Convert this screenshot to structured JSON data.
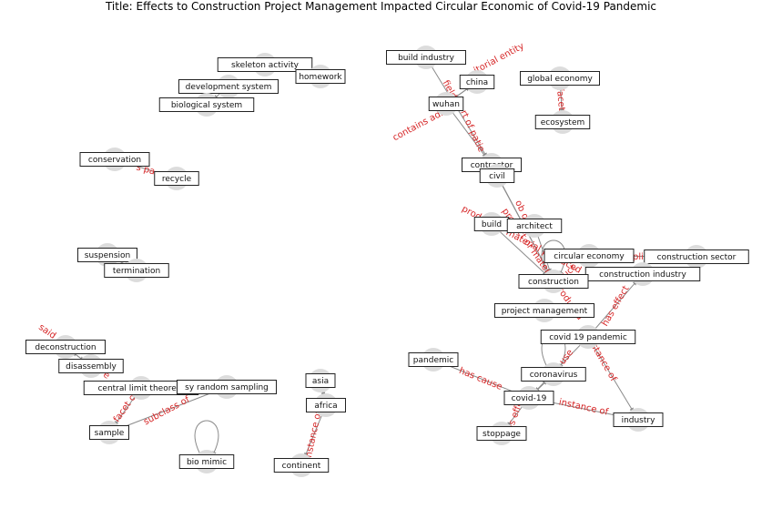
{
  "title": "Title: Effects to Construction Project Management Impacted Circular Economic of Covid-19 Pandemic",
  "colors": {
    "edge": "#8a8a8a",
    "edge_label": "#d62728",
    "node_circle": "#dcdcdc",
    "box_border": "#222222",
    "box_fill": "#ffffff"
  },
  "nodes": [
    {
      "id": "skeleton_activity",
      "label": "skeleton activity"
    },
    {
      "id": "homework",
      "label": "homework"
    },
    {
      "id": "development_system",
      "label": "development system"
    },
    {
      "id": "biological_system",
      "label": "biological system"
    },
    {
      "id": "conservation",
      "label": "conservation"
    },
    {
      "id": "recycle",
      "label": "recycle"
    },
    {
      "id": "suspension",
      "label": "suspension"
    },
    {
      "id": "termination",
      "label": "termination"
    },
    {
      "id": "deconstruction",
      "label": "deconstruction"
    },
    {
      "id": "disassembly",
      "label": "disassembly"
    },
    {
      "id": "central_limit_theorem",
      "label": "central limit theorem"
    },
    {
      "id": "simple_random_sampling",
      "label": "sy random sampling"
    },
    {
      "id": "sample",
      "label": "sample"
    },
    {
      "id": "bio_mimic",
      "label": "bio mimic"
    },
    {
      "id": "asia",
      "label": "asia"
    },
    {
      "id": "africa",
      "label": "africa"
    },
    {
      "id": "continent",
      "label": "continent"
    },
    {
      "id": "build_industry",
      "label": "build industry"
    },
    {
      "id": "china",
      "label": "china"
    },
    {
      "id": "wuhan",
      "label": "wuhan"
    },
    {
      "id": "global_economy",
      "label": "global economy"
    },
    {
      "id": "ecosystem",
      "label": "ecosystem"
    },
    {
      "id": "contractor",
      "label": "contractor"
    },
    {
      "id": "civil",
      "label": "civil"
    },
    {
      "id": "build",
      "label": "build"
    },
    {
      "id": "architect",
      "label": "architect"
    },
    {
      "id": "circular_economy",
      "label": "circular economy"
    },
    {
      "id": "construction_sector",
      "label": "construction sector"
    },
    {
      "id": "construction_industry",
      "label": "construction industry"
    },
    {
      "id": "construction",
      "label": "construction"
    },
    {
      "id": "project_management",
      "label": "project management"
    },
    {
      "id": "covid_19_pandemic",
      "label": "covid 19 pandemic"
    },
    {
      "id": "pandemic",
      "label": "pandemic"
    },
    {
      "id": "coronavirus",
      "label": "coronavirus"
    },
    {
      "id": "covid_19",
      "label": "covid-19"
    },
    {
      "id": "stoppage",
      "label": "stoppage"
    },
    {
      "id": "industry",
      "label": "industry"
    }
  ],
  "edges": [
    {
      "from": "development_system",
      "to": "biological_system",
      "label": ""
    },
    {
      "from": "conservation",
      "to": "recycle",
      "label": "s pa"
    },
    {
      "from": "suspension",
      "to": "termination",
      "label": ""
    },
    {
      "from": "deconstruction",
      "to": "disassembly",
      "label": "said"
    },
    {
      "from": "disassembly",
      "to": "deconstruction",
      "label": "e"
    },
    {
      "from": "central_limit_theorem",
      "to": "sample",
      "label": "facet of"
    },
    {
      "from": "simple_random_sampling",
      "to": "sample",
      "label": "subclass of"
    },
    {
      "from": "bio_mimic",
      "to": "bio_mimic",
      "label": ""
    },
    {
      "from": "asia",
      "to": "africa",
      "label": ""
    },
    {
      "from": "africa",
      "to": "continent",
      "label": "instance of"
    },
    {
      "from": "build_industry",
      "to": "contractor",
      "label": "field of"
    },
    {
      "from": "china",
      "to": "wuhan",
      "label": "itorial entity"
    },
    {
      "from": "wuhan",
      "to": "china",
      "label": "contains admin"
    },
    {
      "from": "wuhan",
      "to": "contractor",
      "label": "rt of patie"
    },
    {
      "from": "global_economy",
      "to": "ecosystem",
      "label": "facet"
    },
    {
      "from": "contractor",
      "to": "construction",
      "label": "ob of"
    },
    {
      "from": "civil",
      "to": "construction",
      "label": ""
    },
    {
      "from": "build",
      "to": "construction",
      "label": "product or material produced"
    },
    {
      "from": "architect",
      "to": "construction",
      "label": "product or material produced"
    },
    {
      "from": "circular_economy",
      "to": "construction_sector",
      "label": "applicatio"
    },
    {
      "from": "construction",
      "to": "construction",
      "label": ""
    },
    {
      "from": "construction_industry",
      "to": "construction",
      "label": "uct"
    },
    {
      "from": "covid_19_pandemic",
      "to": "construction_industry",
      "label": "has effect"
    },
    {
      "from": "covid_19_pandemic",
      "to": "industry",
      "label": "instance of"
    },
    {
      "from": "covid_19_pandemic",
      "to": "covid_19",
      "label": "use"
    },
    {
      "from": "pandemic",
      "to": "covid_19",
      "label": "has cause"
    },
    {
      "from": "coronavirus",
      "to": "coronavirus",
      "label": ""
    },
    {
      "from": "covid_19",
      "to": "coronavirus",
      "label": "s"
    },
    {
      "from": "covid_19",
      "to": "industry",
      "label": "instance of"
    },
    {
      "from": "covid_19",
      "to": "stoppage",
      "label": "has effect"
    }
  ]
}
